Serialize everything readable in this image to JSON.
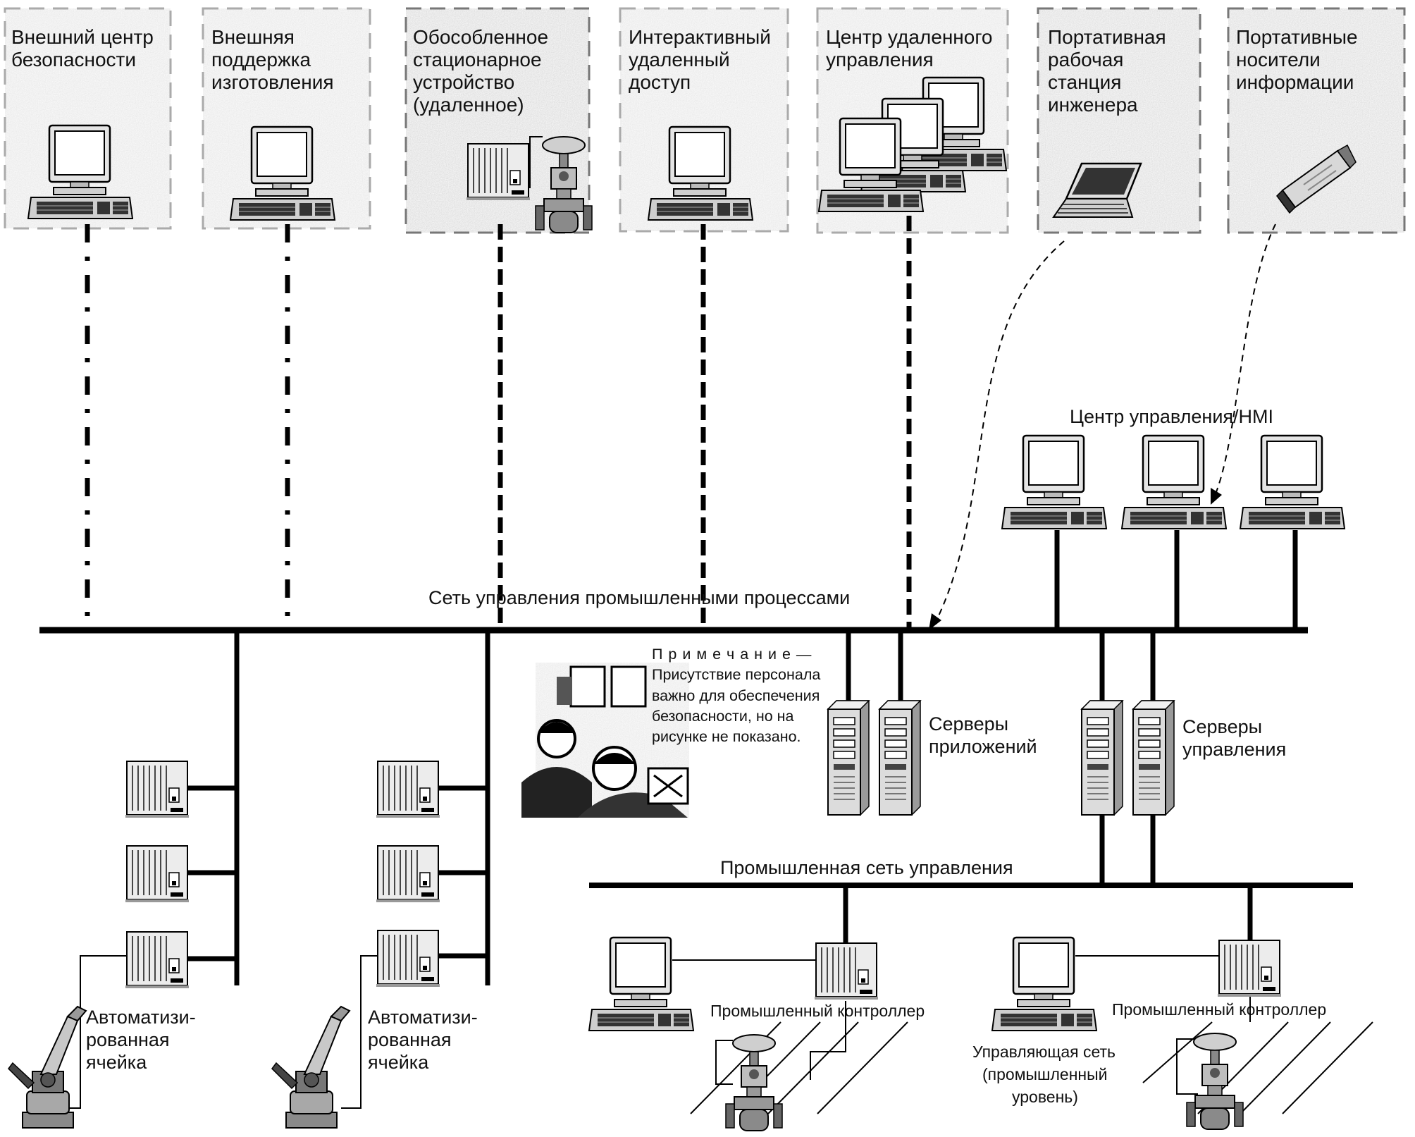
{
  "top_boxes": [
    {
      "lines": [
        "Внешний центр",
        "безопасности"
      ]
    },
    {
      "lines": [
        "Внешняя",
        "поддержка",
        "изготовления"
      ]
    },
    {
      "lines": [
        "Обособленное",
        "стационарное",
        "устройство",
        "(удаленное)"
      ]
    },
    {
      "lines": [
        "Интерактивный",
        "удаленный",
        "доступ"
      ]
    },
    {
      "lines": [
        "Центр удаленного",
        "управления"
      ]
    },
    {
      "lines": [
        "Портативная",
        "рабочая",
        "станция",
        "инженера"
      ]
    },
    {
      "lines": [
        "Портативные",
        "носители",
        "информации"
      ]
    }
  ],
  "labels": {
    "hmi": "Центр управления/HMI",
    "process_network": "Сеть управления промышленными процессами",
    "app_servers": [
      "Серверы",
      "приложений"
    ],
    "control_servers": [
      "Серверы",
      "управления"
    ],
    "control_network": "Промышленная сеть управления",
    "controller_left": "Промышленный контроллер",
    "controller_right": "Промышленный контроллер",
    "field_network": [
      "Управляющая сеть",
      "(промышленный",
      "уровень)"
    ],
    "cell_left": [
      "Автоматизи-",
      "рованная",
      "ячейка"
    ],
    "cell_right": [
      "Автоматизи-",
      "рованная",
      "ячейка"
    ]
  },
  "note": {
    "title": "П р и м е ч а н и е —",
    "lines": [
      "Присутствие персонала",
      "важно для обеспечения",
      "безопасности, но на",
      "рисунке не показано."
    ]
  },
  "colors": {
    "line": "#000000",
    "box_fill": "#d4d4d4",
    "box_border": "#8a8a8a",
    "device_fill": "#e8e8e8"
  }
}
